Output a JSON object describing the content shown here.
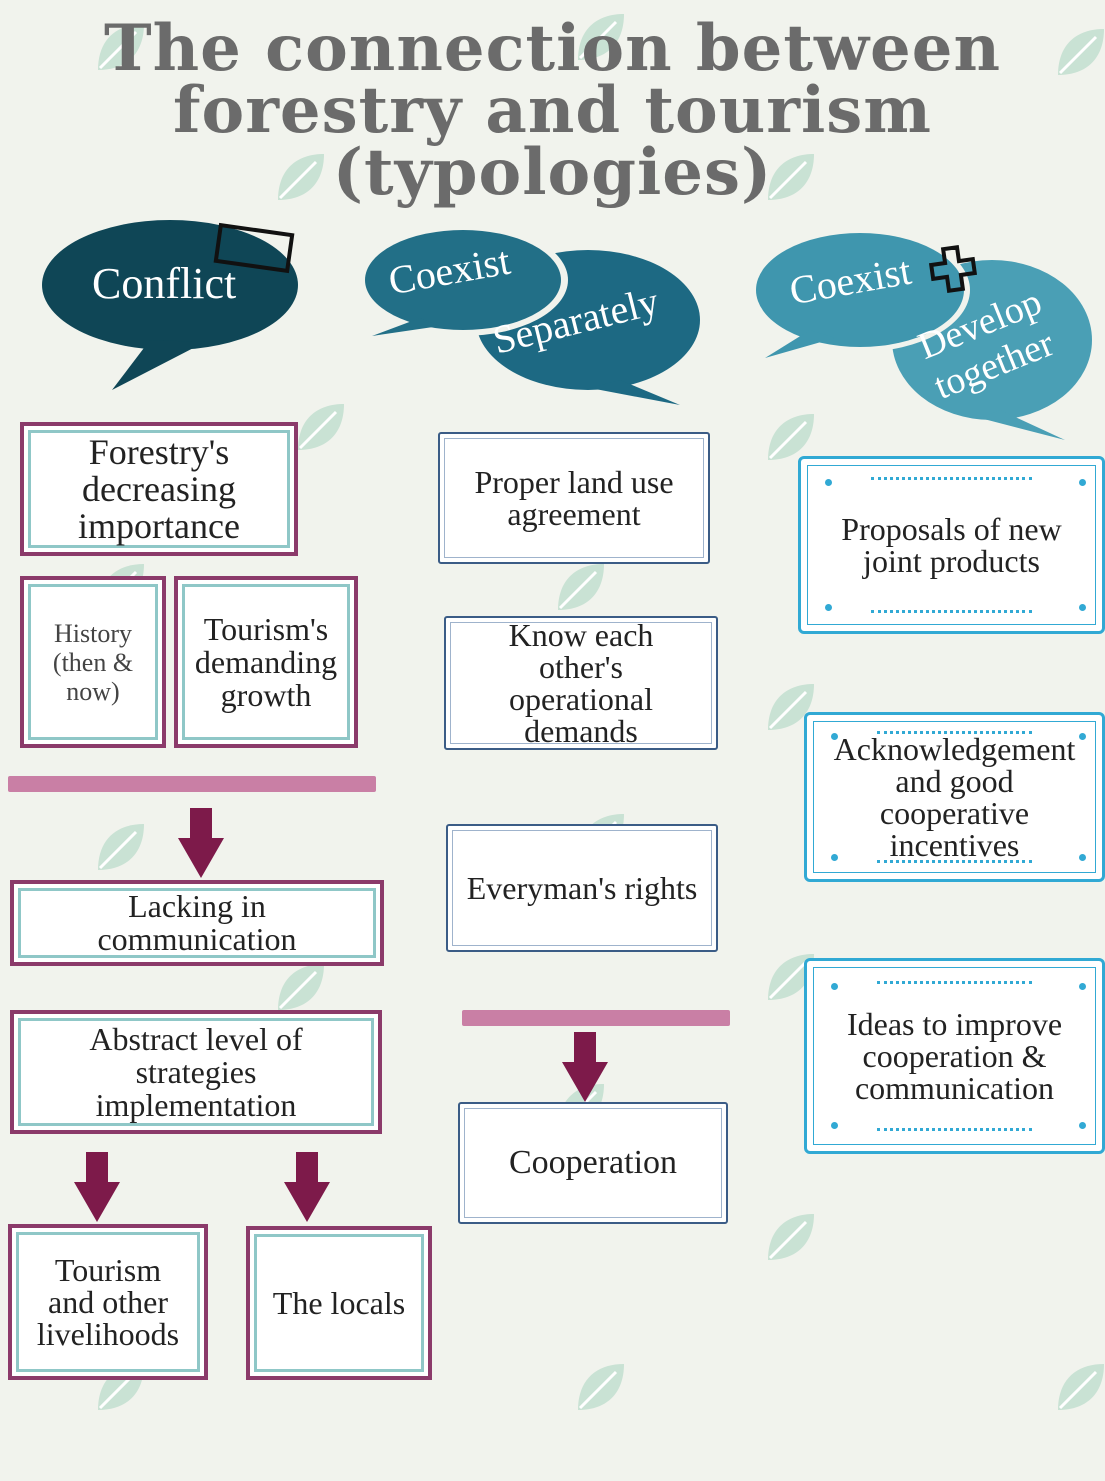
{
  "title": {
    "line1": "The connection between",
    "line2": "forestry and tourism",
    "line3": "(typologies)"
  },
  "bubbles": {
    "conflict": "Conflict",
    "coexist_a": "Coexist",
    "separately": "Separately",
    "coexist_b": "Coexist",
    "develop": "Develop",
    "together": "together"
  },
  "conflict_column": {
    "forestry_decreasing": [
      "Forestry's",
      "decreasing",
      "importance"
    ],
    "history": [
      "History",
      "(then &",
      "now)"
    ],
    "tourism_growth": [
      "Tourism's",
      "demanding",
      "growth"
    ],
    "lacking": [
      "Lacking in",
      "communication"
    ],
    "abstract": [
      "Abstract level of",
      "strategies",
      "implementation"
    ],
    "tourism_livelihoods": [
      "Tourism",
      "and other",
      "livelihoods"
    ],
    "locals": [
      "The locals"
    ]
  },
  "separately_column": {
    "land_use": [
      "Proper land use",
      "agreement"
    ],
    "know_demands": [
      "Know each",
      "other's",
      "operational",
      "demands"
    ],
    "everyman": [
      "Everyman's rights"
    ],
    "cooperation": [
      "Cooperation"
    ]
  },
  "together_column": {
    "proposals": [
      "Proposals of new",
      "joint products"
    ],
    "acknowledgement": [
      "Acknowledgement",
      "and good",
      "cooperative",
      "incentives"
    ],
    "ideas": [
      "Ideas to improve",
      "cooperation &",
      "communication"
    ]
  },
  "colors": {
    "conflict_bubble": "#0f4656",
    "separately_bubble": "#1d6983",
    "together_bubble": "#4a9fb5",
    "magenta": "#8b3a6a",
    "cyan": "#31a9d4",
    "navy": "#3b5c86",
    "title": "#6b6b6b",
    "background": "#f1f3ed"
  }
}
